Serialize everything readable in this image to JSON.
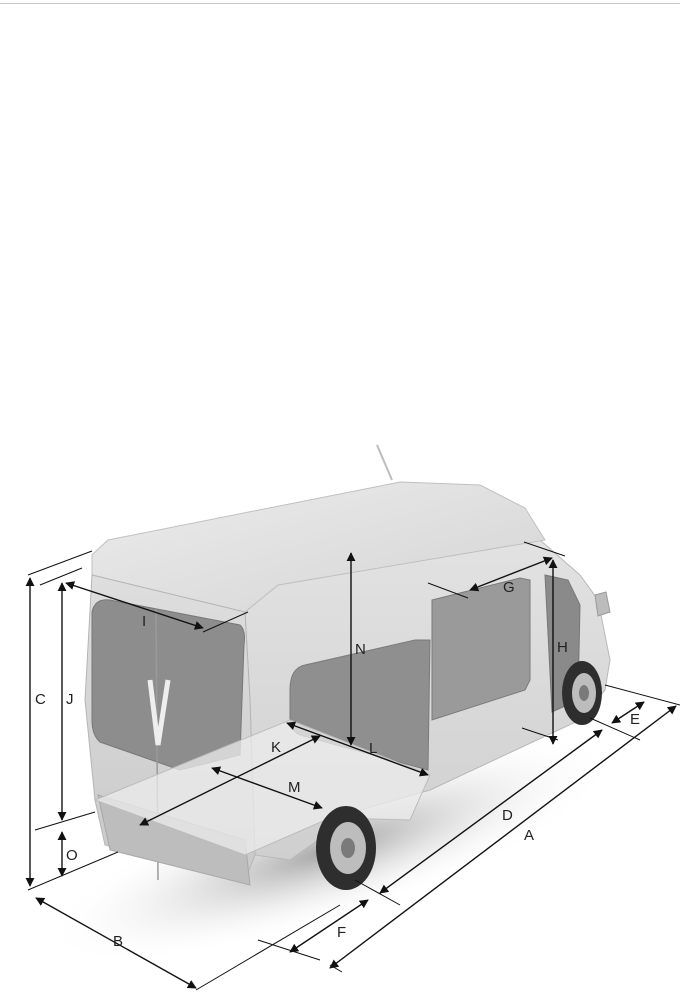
{
  "diagram": {
    "labels": {
      "A": "A",
      "B": "B",
      "C": "C",
      "D": "D",
      "E": "E",
      "F": "F",
      "G": "G",
      "H": "H",
      "I": "I",
      "J": "J",
      "K": "K",
      "L": "L",
      "M": "M",
      "N": "N",
      "O": "O"
    }
  }
}
